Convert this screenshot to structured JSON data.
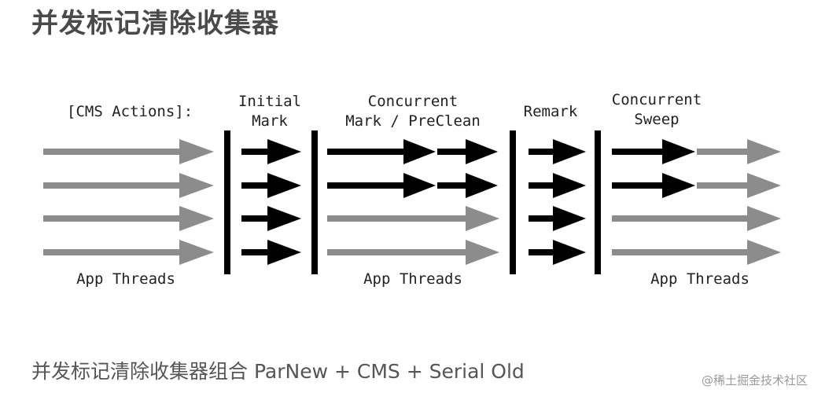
{
  "title": "并发标记清除收集器",
  "diagram": {
    "actions_label": "[CMS Actions]:",
    "phases": {
      "initial_mark": [
        "Initial",
        "Mark"
      ],
      "concurrent_mark": [
        "Concurrent",
        "Mark / PreClean"
      ],
      "remark": [
        "Remark"
      ],
      "concurrent_sweep": [
        "Concurrent",
        "Sweep"
      ]
    },
    "app_threads_label": "App Threads",
    "colors": {
      "gc_thread": "#000000",
      "app_thread": "#8c8c8c",
      "barrier": "#000000"
    }
  },
  "caption": "并发标记清除收集器组合 ParNew + CMS + Serial Old",
  "watermark": "@稀土掘金技术社区"
}
